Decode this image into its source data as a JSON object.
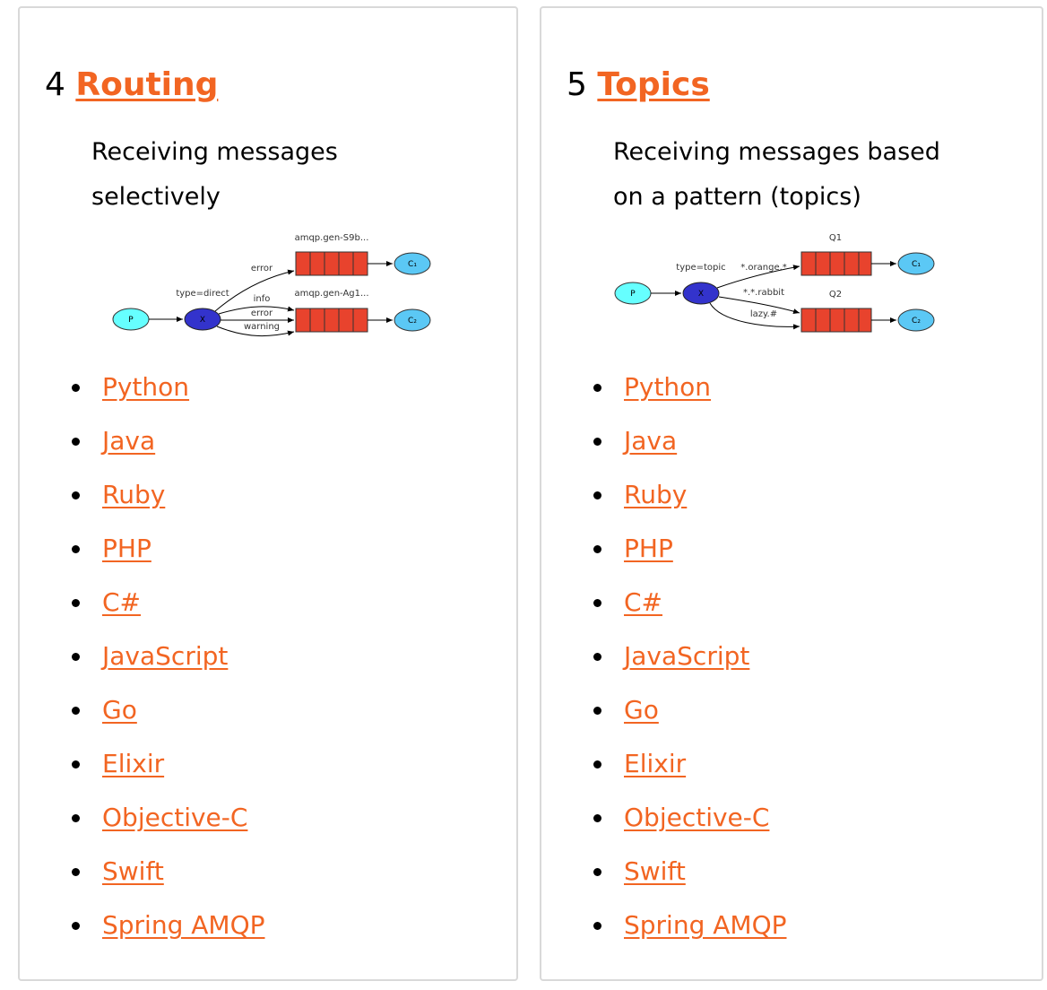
{
  "colors": {
    "link": "#f26522",
    "queue": "#e8432d",
    "producer": "#66ffff",
    "exchange": "#3333cc",
    "consumer": "#5bc8f5"
  },
  "routing": {
    "number": "4",
    "title": "Routing",
    "description": "Receiving messages selectively",
    "diagram": {
      "producer": "P",
      "exchange": "X",
      "exchange_type": "type=direct",
      "queue1_name": "amqp.gen-S9b...",
      "queue2_name": "amqp.gen-Ag1...",
      "binding_error": "error",
      "binding_info": "info",
      "binding_error2": "error",
      "binding_warning": "warning",
      "consumer1": "C₁",
      "consumer2": "C₂"
    },
    "languages": [
      "Python",
      "Java",
      "Ruby",
      "PHP",
      "C#",
      "JavaScript",
      "Go",
      "Elixir",
      "Objective-C",
      "Swift",
      "Spring AMQP"
    ]
  },
  "topics": {
    "number": "5",
    "title": "Topics",
    "description": "Receiving messages based on a pattern (topics)",
    "diagram": {
      "producer": "P",
      "exchange": "X",
      "exchange_type": "type=topic",
      "queue1_name": "Q1",
      "queue2_name": "Q2",
      "binding_orange": "*.orange.*",
      "binding_rabbit": "*.*.rabbit",
      "binding_lazy": "lazy.#",
      "consumer1": "C₁",
      "consumer2": "C₂"
    },
    "languages": [
      "Python",
      "Java",
      "Ruby",
      "PHP",
      "C#",
      "JavaScript",
      "Go",
      "Elixir",
      "Objective-C",
      "Swift",
      "Spring AMQP"
    ]
  }
}
